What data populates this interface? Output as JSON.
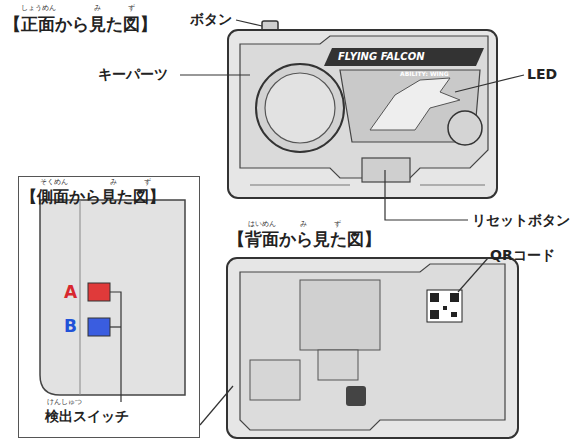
{
  "diagram": {
    "nodes": [
      {
        "text": [
          "【側面から見た図】"
        ]
      }
    ],
    "labels": [
      "【正面から見た図】",
      "しょうめん",
      "み",
      "ず",
      "ボタン",
      "キーパーツ",
      "LED",
      "FLYING FALCON",
      "ABILITY: WING",
      "リセットボタン",
      "【背面から見た図】",
      "はいめん",
      "み",
      "ず",
      "QRコード",
      "そくめん",
      "み",
      "ず",
      "A",
      "B",
      "けんしゅつ",
      "検出スイッチ"
    ]
  }
}
